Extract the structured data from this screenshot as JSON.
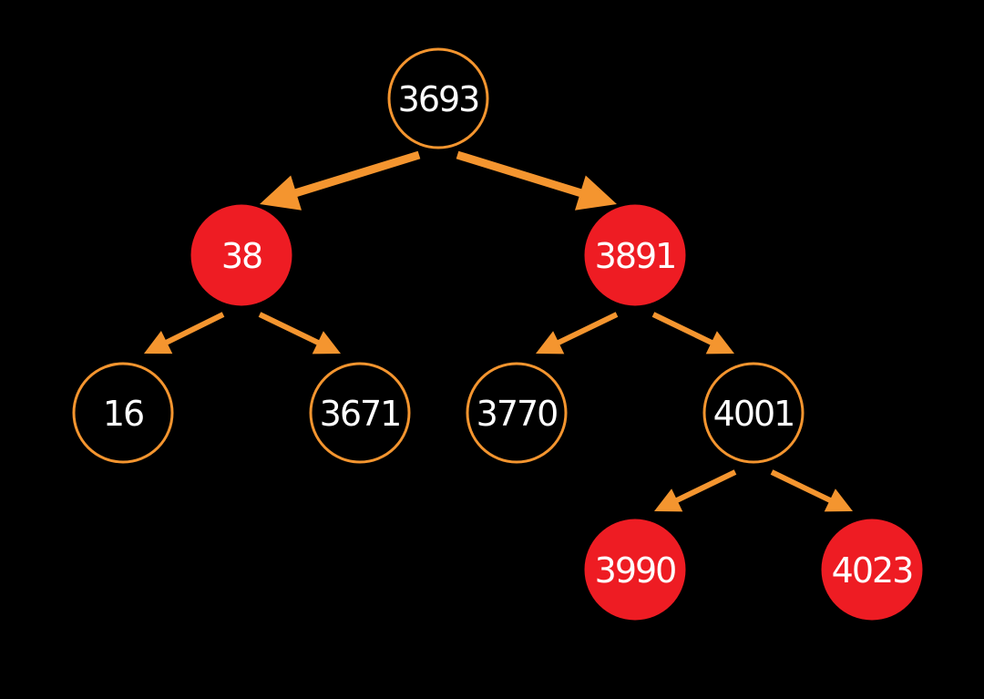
{
  "colors": {
    "background": "#000000",
    "edge": "#f4952f",
    "black_node_fill": "#000000",
    "black_node_stroke": "#f4952f",
    "red_node_fill": "#ee1c23",
    "label": "#ffffff"
  },
  "tree": {
    "nodes": [
      {
        "id": "n3693",
        "label": "3693",
        "color": "black"
      },
      {
        "id": "n38",
        "label": "38",
        "color": "red"
      },
      {
        "id": "n3891",
        "label": "3891",
        "color": "red"
      },
      {
        "id": "n16",
        "label": "16",
        "color": "black"
      },
      {
        "id": "n3671",
        "label": "3671",
        "color": "black"
      },
      {
        "id": "n3770",
        "label": "3770",
        "color": "black"
      },
      {
        "id": "n4001",
        "label": "4001",
        "color": "black"
      },
      {
        "id": "n3990",
        "label": "3990",
        "color": "red"
      },
      {
        "id": "n4023",
        "label": "4023",
        "color": "red"
      }
    ],
    "edges": [
      {
        "from": "n3693",
        "to": "n38"
      },
      {
        "from": "n3693",
        "to": "n3891"
      },
      {
        "from": "n38",
        "to": "n16"
      },
      {
        "from": "n38",
        "to": "n3671"
      },
      {
        "from": "n3891",
        "to": "n3770"
      },
      {
        "from": "n3891",
        "to": "n4001"
      },
      {
        "from": "n4001",
        "to": "n3990"
      },
      {
        "from": "n4001",
        "to": "n4023"
      }
    ]
  }
}
